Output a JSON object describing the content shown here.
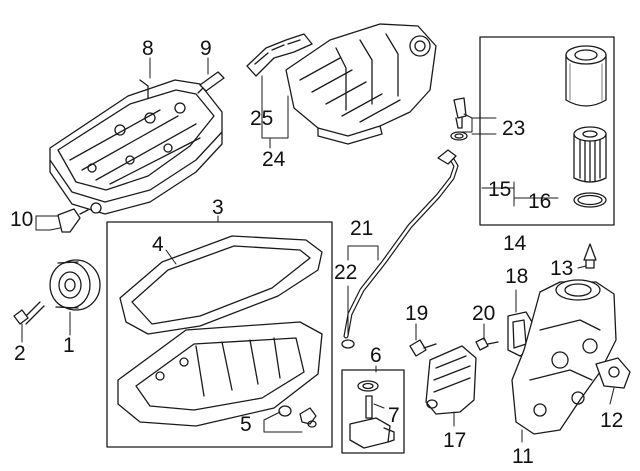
{
  "parts": [
    {
      "id": "1",
      "label": "1"
    },
    {
      "id": "2",
      "label": "2"
    },
    {
      "id": "3",
      "label": "3"
    },
    {
      "id": "4",
      "label": "4"
    },
    {
      "id": "5",
      "label": "5"
    },
    {
      "id": "6",
      "label": "6"
    },
    {
      "id": "7",
      "label": "7"
    },
    {
      "id": "8",
      "label": "8"
    },
    {
      "id": "9",
      "label": "9"
    },
    {
      "id": "10",
      "label": "10"
    },
    {
      "id": "11",
      "label": "11"
    },
    {
      "id": "12",
      "label": "12"
    },
    {
      "id": "13",
      "label": "13"
    },
    {
      "id": "14",
      "label": "14"
    },
    {
      "id": "15",
      "label": "15"
    },
    {
      "id": "16",
      "label": "16"
    },
    {
      "id": "17",
      "label": "17"
    },
    {
      "id": "18",
      "label": "18"
    },
    {
      "id": "19",
      "label": "19"
    },
    {
      "id": "20",
      "label": "20"
    },
    {
      "id": "21",
      "label": "21"
    },
    {
      "id": "22",
      "label": "22"
    },
    {
      "id": "23",
      "label": "23"
    },
    {
      "id": "24",
      "label": "24"
    },
    {
      "id": "25",
      "label": "25"
    }
  ],
  "colors": {
    "line": "#1a1a1a",
    "background": "#ffffff",
    "part_fill": "#ffffff",
    "shade": "#d9d9d9"
  }
}
